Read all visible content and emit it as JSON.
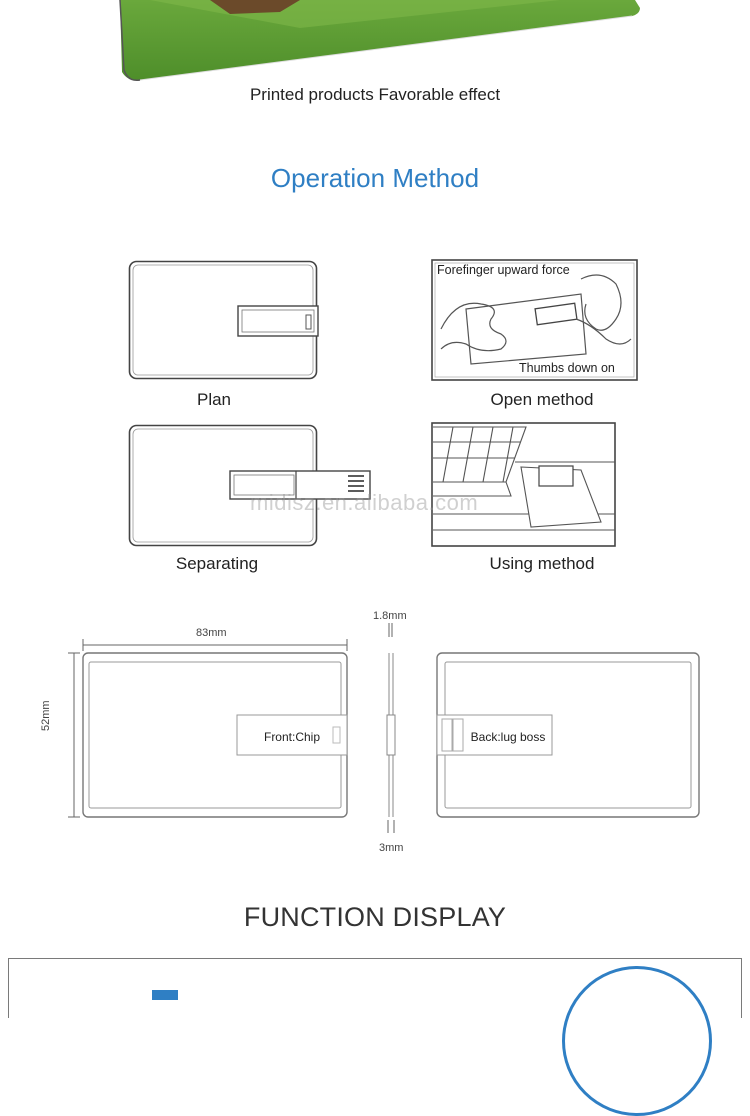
{
  "banner": {
    "caption": "Printed products  Favorable effect"
  },
  "operation": {
    "title": "Operation Method",
    "labels": {
      "plan": "Plan",
      "open": "Open method",
      "separating": "Separating",
      "using": "Using method"
    },
    "open_notes": {
      "top": "Forefinger upward force",
      "bottom": "Thumbs down on"
    }
  },
  "dimensions": {
    "width": "83mm",
    "height": "52mm",
    "thickness_top": "1.8mm",
    "thickness_bottom": "3mm",
    "front_label": "Front:Chip",
    "back_label": "Back:lug boss"
  },
  "watermark": "midisz.en.alibaba.com",
  "function": {
    "title": "FUNCTION DISPLAY"
  },
  "colors": {
    "accent": "#2f7fc4",
    "line": "#555555"
  }
}
